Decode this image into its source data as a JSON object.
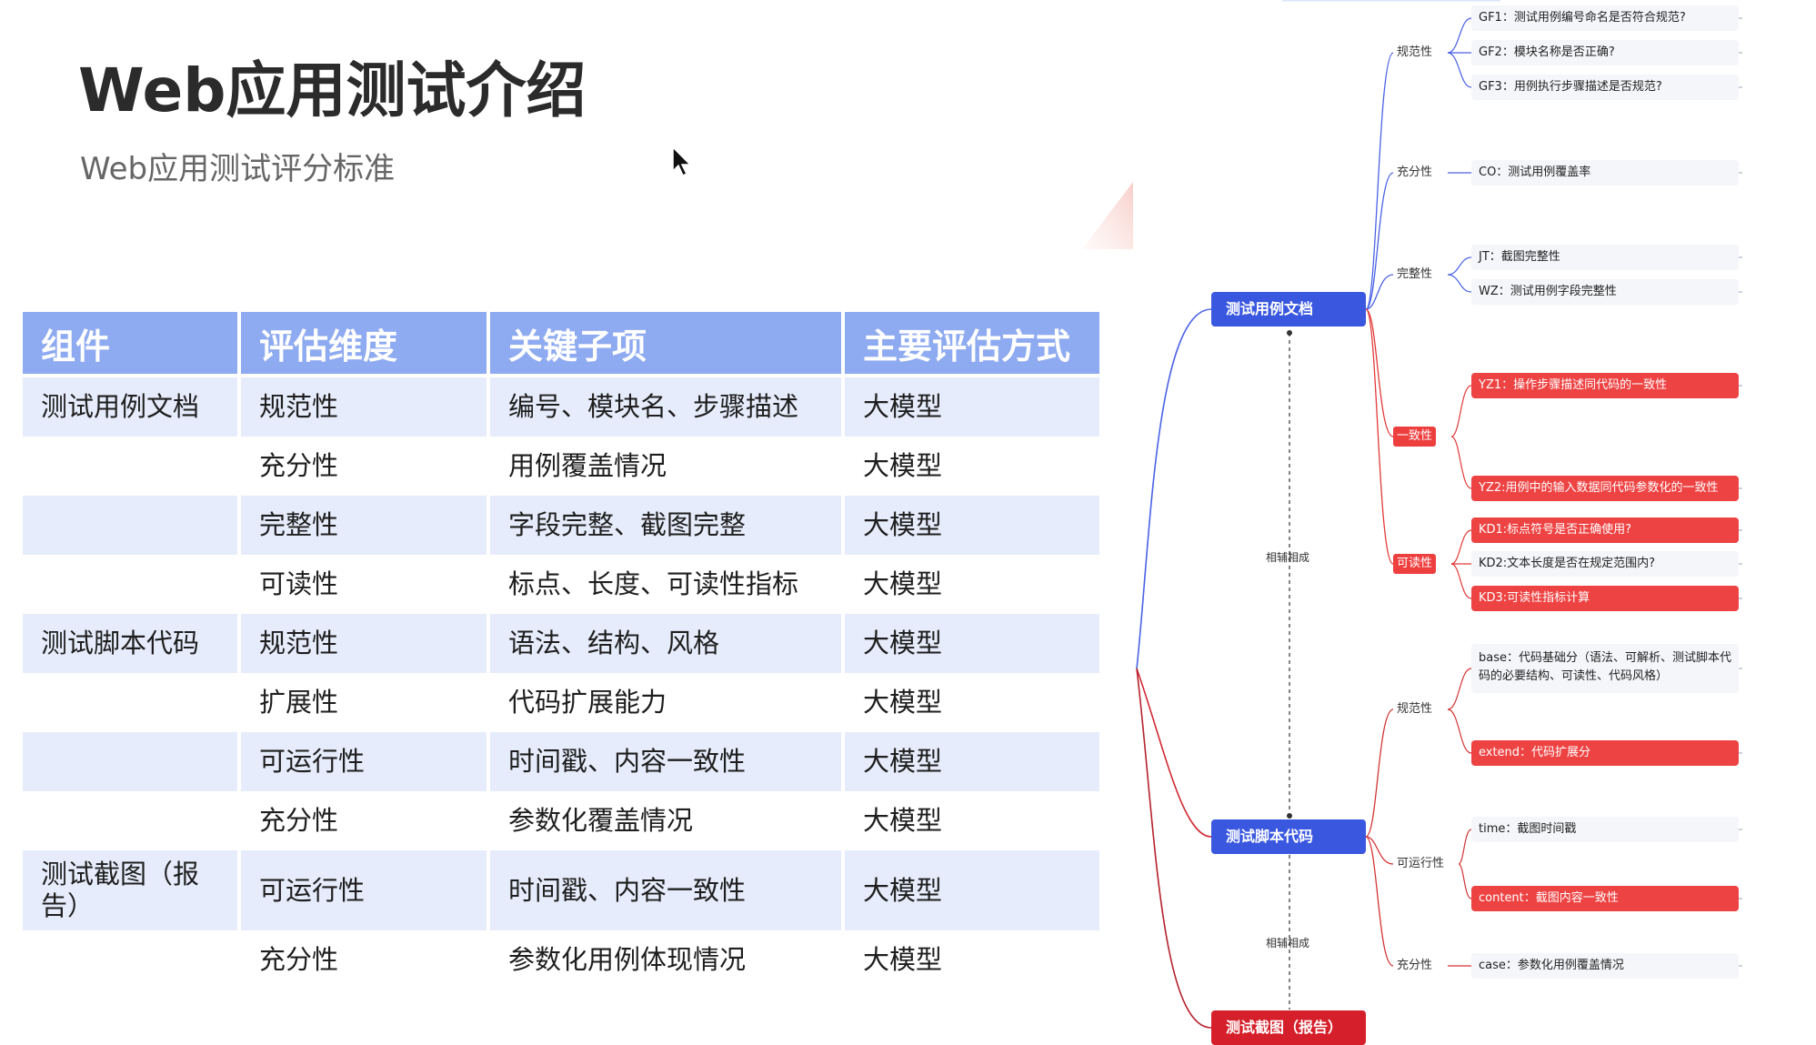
{
  "slide": {
    "title": "Web应用测试介绍",
    "subtitle": "Web应用测试评分标准"
  },
  "table": {
    "headers": [
      "组件",
      "评估维度",
      "关键子项",
      "主要评估方式"
    ],
    "rows": [
      [
        "测试用例文档",
        "规范性",
        "编号、模块名、步骤描述",
        "大模型"
      ],
      [
        "",
        "充分性",
        "用例覆盖情况",
        "大模型"
      ],
      [
        "",
        "完整性",
        "字段完整、截图完整",
        "大模型"
      ],
      [
        "",
        "可读性",
        "标点、长度、可读性指标",
        "大模型"
      ],
      [
        "测试脚本代码",
        "规范性",
        "语法、结构、风格",
        "大模型"
      ],
      [
        "",
        "扩展性",
        "代码扩展能力",
        "大模型"
      ],
      [
        "",
        "可运行性",
        "时间戳、内容一致性",
        "大模型"
      ],
      [
        "",
        "充分性",
        "参数化覆盖情况",
        "大模型"
      ],
      [
        "测试截图（报告）",
        "可运行性",
        "时间戳、内容一致性",
        "大模型"
      ],
      [
        "",
        "充分性",
        "参数化用例体现情况",
        "大模型"
      ]
    ]
  },
  "mindmap": {
    "roots": {
      "doc": "测试用例文档",
      "script": "测试脚本代码",
      "screenshot": "测试截图（报告）"
    },
    "relation_label_1": "相辅相成",
    "relation_label_2": "相辅相成",
    "doc_branches": {
      "norm": {
        "label": "规范性",
        "items": [
          "GF1：测试用例编号命名是否符合规范?",
          "GF2：模块名称是否正确?",
          "GF3：用例执行步骤描述是否规范?"
        ]
      },
      "sufficiency": {
        "label": "充分性",
        "items": [
          "CO：测试用例覆盖率"
        ]
      },
      "integrity": {
        "label": "完整性",
        "items": [
          "JT：截图完整性",
          "WZ：测试用例字段完整性"
        ]
      },
      "consistency": {
        "label": "一致性",
        "items": [
          "YZ1：操作步骤描述同代码的一致性",
          "YZ2:用例中的输入数据同代码参数化的一致性"
        ]
      },
      "readability": {
        "label": "可读性",
        "items": [
          "KD1:标点符号是否正确使用?",
          "KD2:文本长度是否在规定范围内?",
          "KD3:可读性指标计算"
        ]
      }
    },
    "script_branches": {
      "norm": {
        "label": "规范性",
        "items": [
          "base：代码基础分（语法、可解析、测试脚本代码的必要结构、可读性、代码风格）",
          "extend：代码扩展分"
        ]
      },
      "runnable": {
        "label": "可运行性",
        "items": [
          "time：截图时间戳",
          "content：截图内容一致性"
        ]
      },
      "sufficiency": {
        "label": "充分性",
        "items": [
          "case：参数化用例覆盖情况"
        ]
      }
    }
  },
  "colors": {
    "header_blue": "#8eaaf0",
    "row_tint": "#e6ecfb",
    "root_blue": "#3a57e0",
    "root_red": "#d51f2a",
    "leaf_red": "#ee4343"
  }
}
